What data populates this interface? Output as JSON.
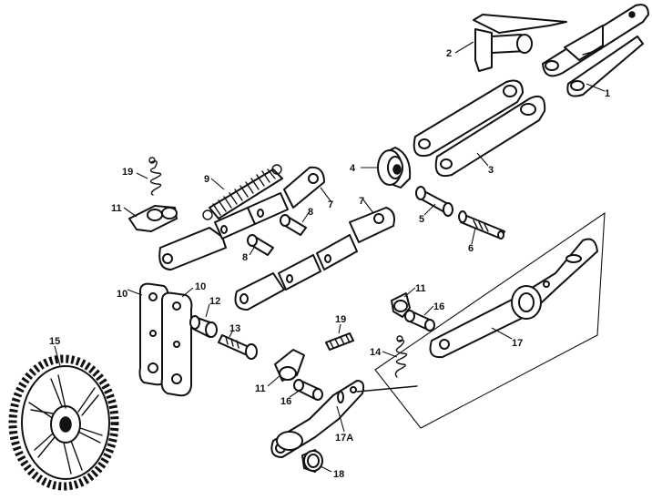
{
  "callouts": {
    "c1": "1",
    "c2": "2",
    "c3": "3",
    "c4": "4",
    "c5": "5",
    "c6": "6",
    "c7a": "7",
    "c7b": "7",
    "c8a": "8",
    "c8b": "8",
    "c9": "9",
    "c10a": "10",
    "c10b": "10",
    "c11a": "11",
    "c11b": "11",
    "c11c": "11",
    "c12": "12",
    "c13": "13",
    "c14": "14",
    "c15": "15",
    "c16a": "16",
    "c16b": "16",
    "c17": "17",
    "c17a": "17A",
    "c18": "18",
    "c19a": "19",
    "c19b": "19"
  }
}
